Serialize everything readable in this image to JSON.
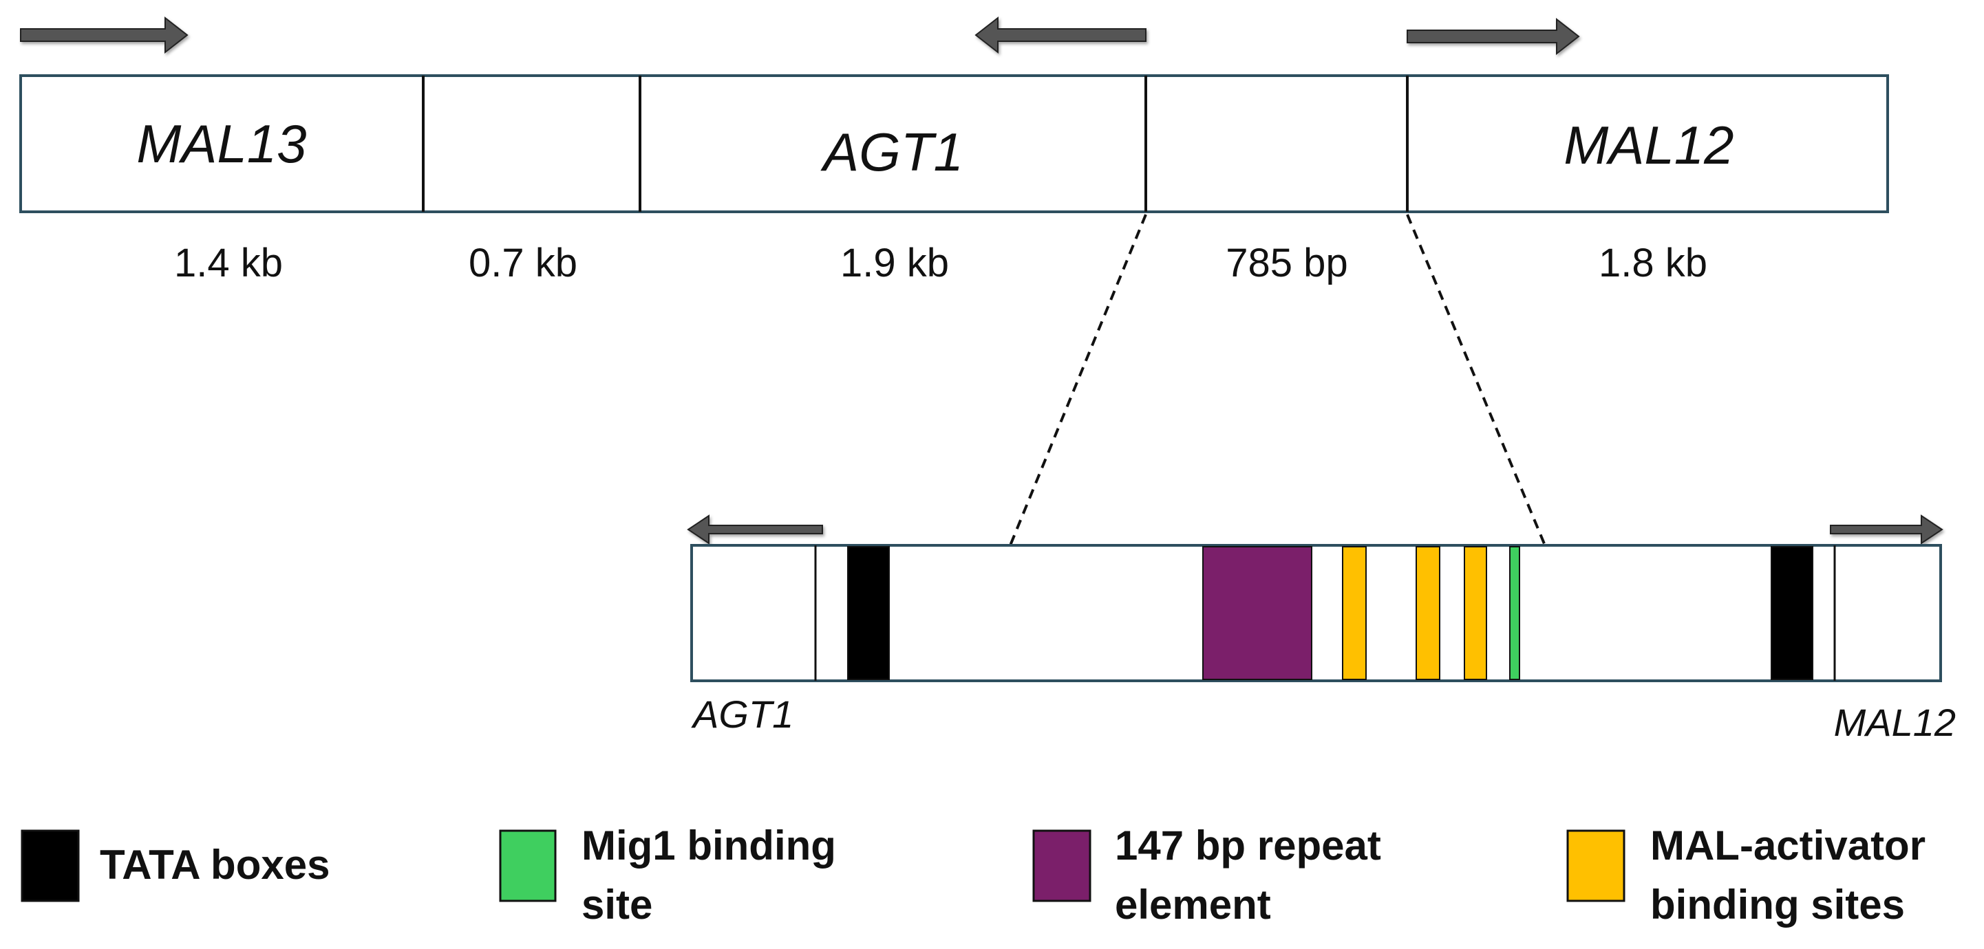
{
  "locus": {
    "segments": [
      {
        "gene": "MAL13",
        "size": "1.4 kb",
        "arrow": "right"
      },
      {
        "gene": "",
        "size": "0.7 kb",
        "arrow": ""
      },
      {
        "gene": "AGT1",
        "size": "1.9 kb",
        "arrow": "left"
      },
      {
        "gene": "",
        "size": "785 bp",
        "arrow": ""
      },
      {
        "gene": "MAL12",
        "size": "1.8 kb",
        "arrow": "right"
      }
    ],
    "segment_fill": "#ffffff",
    "segment_outline": "#2e4f5f"
  },
  "promoter": {
    "left_label": "AGT1",
    "right_label": "MAL12",
    "features": [
      {
        "type": "tata",
        "color": "#000000"
      },
      {
        "type": "repeat",
        "color": "#7b1f6a"
      },
      {
        "type": "mal",
        "color": "#ffc000"
      },
      {
        "type": "mal",
        "color": "#ffc000"
      },
      {
        "type": "mal",
        "color": "#ffc000"
      },
      {
        "type": "mig1",
        "color": "#3fcf5f"
      },
      {
        "type": "tata",
        "color": "#000000"
      }
    ]
  },
  "legend": [
    {
      "color": "#000000",
      "lines": [
        "TATA boxes"
      ]
    },
    {
      "color": "#3fcf5f",
      "lines": [
        "Mig1 binding",
        "site"
      ]
    },
    {
      "color": "#7b1f6a",
      "lines": [
        "147 bp repeat",
        "element"
      ]
    },
    {
      "color": "#ffc000",
      "lines": [
        "MAL-activator",
        "binding sites"
      ]
    }
  ],
  "colors": {
    "arrow": "#555555",
    "outline": "#2e4f5f",
    "text": "#111111"
  }
}
